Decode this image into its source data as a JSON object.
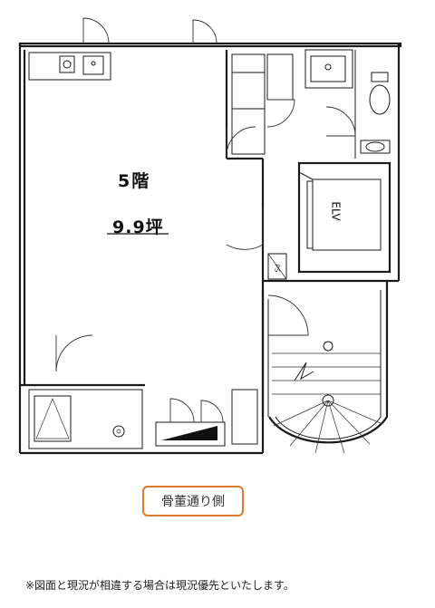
{
  "plan": {
    "floor_label": "5階",
    "area_label": "9.9坪",
    "elevator_label": "ELV",
    "pipe_shaft_label": "PS"
  },
  "street_side_label": "骨董通り側",
  "footnote": "※図面と現況が相違する場合は現況優先といたします。"
}
